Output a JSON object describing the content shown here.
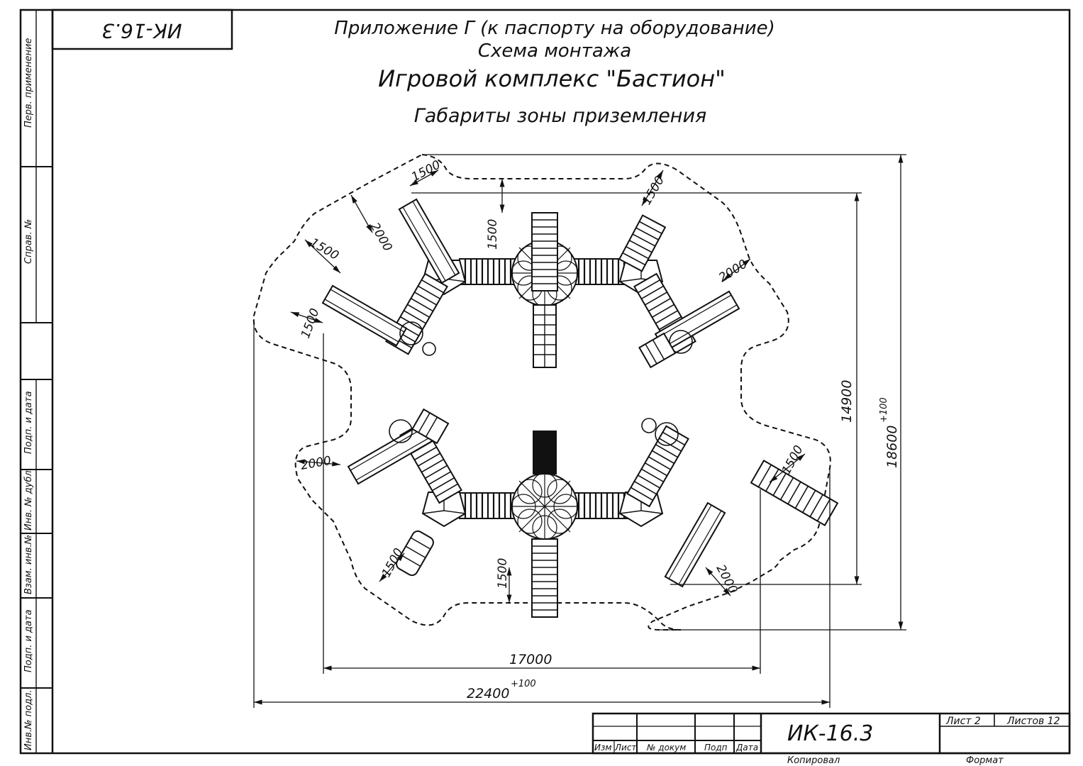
{
  "stamp_code": "ИК-16.3",
  "header": {
    "line1": "Приложение Г (к паспорту на оборудование)",
    "line2": "Схема монтажа",
    "line3": "Игровой комплекс \"Бастион\"",
    "line4": "Габариты зоны приземления"
  },
  "side_labels": [
    "Перв. применение",
    "Справ. №",
    "Подп. и дата",
    "Инв. № дубл.",
    "Взам. инв.№",
    "Подп. и дата",
    "Инв.№ подл."
  ],
  "dimensions": {
    "width_inner": "17000",
    "width_outer": "22400",
    "width_outer_tol": "+100",
    "height_inner": "14900",
    "height_outer": "18600",
    "height_outer_tol": "+100",
    "d1500": "1500",
    "d2000": "2000"
  },
  "title_block": {
    "code": "ИК-16.3",
    "sheet_label": "Лист 2",
    "sheets_label": "Листов 12",
    "col_headers": [
      "Изм",
      "Лист",
      "№ докум",
      "Подп",
      "Дата"
    ],
    "copied": "Копировал",
    "format": "Формат"
  }
}
